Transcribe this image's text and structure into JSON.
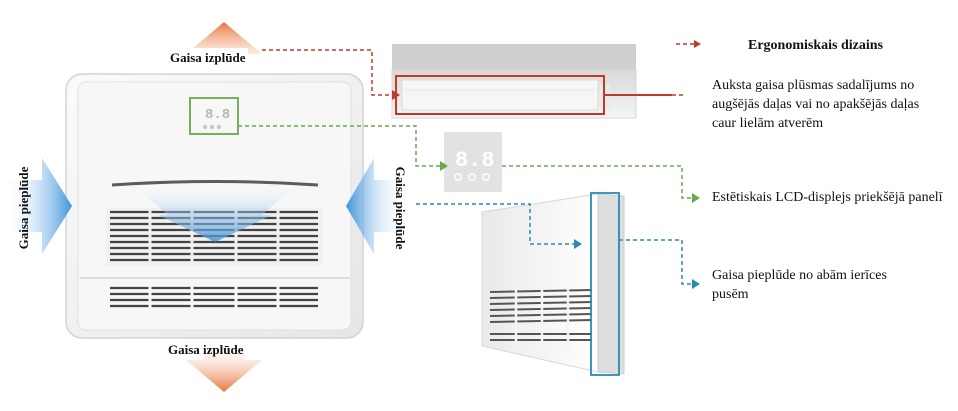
{
  "labels": {
    "exhaust_top": "Gaisa izplūde",
    "exhaust_bottom": "Gaisa izplūde",
    "intake_left": "Gaisa pieplūde",
    "intake_right": "Gaisa pieplūde"
  },
  "legend": {
    "title": "Ergonomiskais dizains",
    "airflow": "Auksta gaisa plūsmas sadalījums no augšējās daļas vai no apakšējās daļas caur lielām atverēm",
    "lcd": "Estētiskais LCD-displejs priekšējā panelī",
    "intake": "Gaisa pieplūde no abām ierīces pusēm"
  },
  "display": {
    "digits": "88"
  },
  "colors": {
    "red": "#c0392b",
    "green": "#6aa84f",
    "blue": "#2a8cb0",
    "orange_arrow": "#e8743a",
    "blue_arrow": "#4a9fe0"
  }
}
